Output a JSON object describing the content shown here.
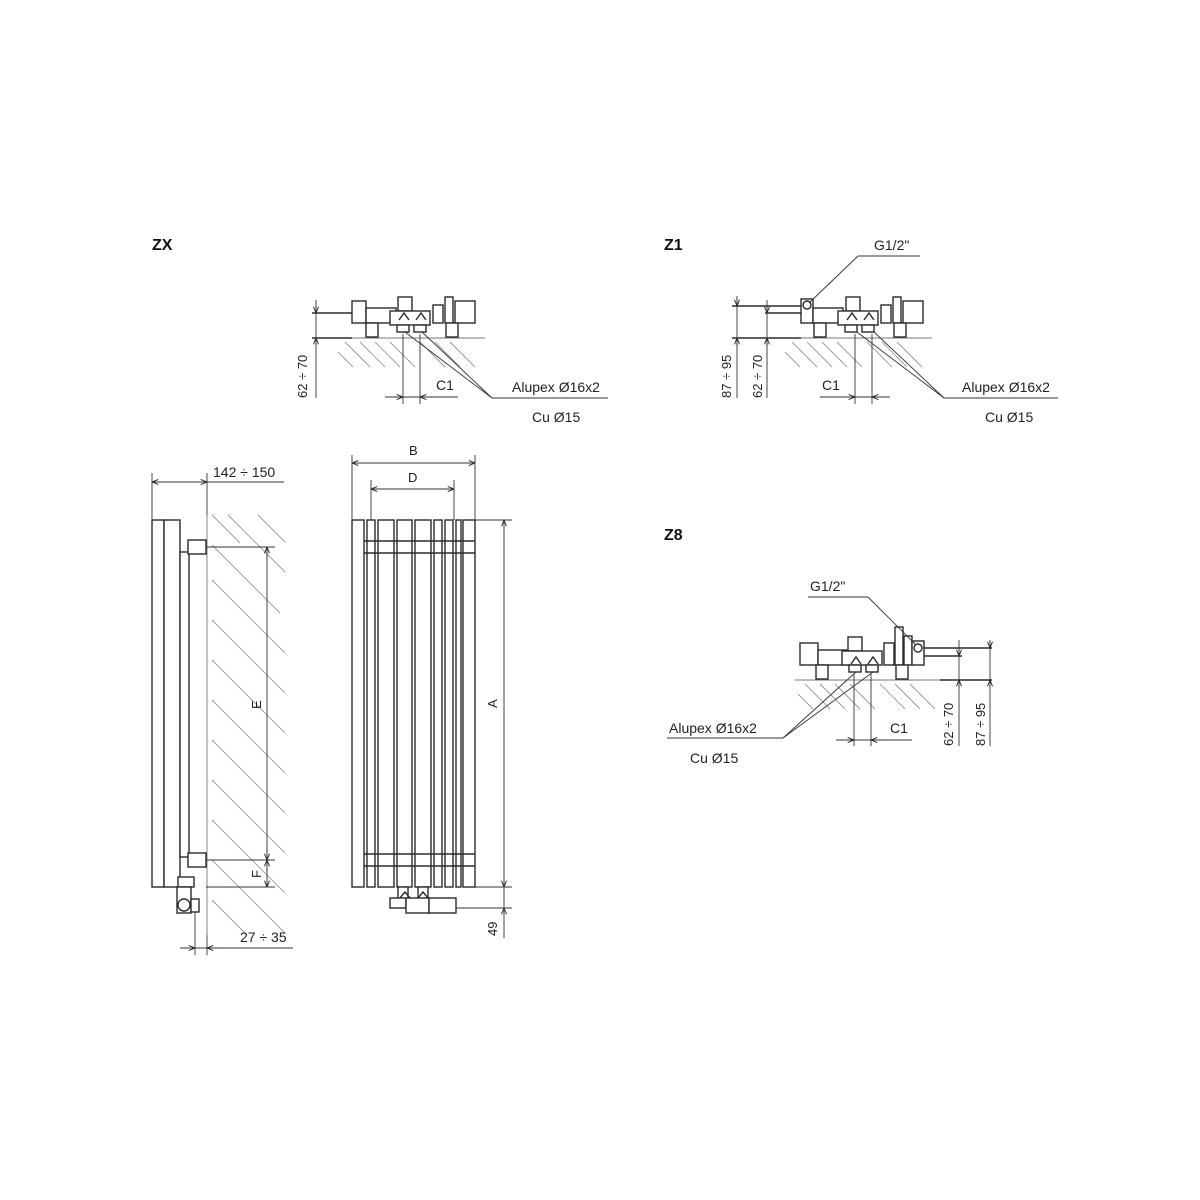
{
  "sections": {
    "zx": "ZX",
    "z1": "Z1",
    "z8": "Z8"
  },
  "labels": {
    "c1": "C1",
    "alupex": "Alupex Ø16x2",
    "cu": "Cu Ø15",
    "g12": "G1/2\"",
    "range_62_70": "62 ÷ 70",
    "range_87_95": "87 ÷ 95",
    "range_142_150": "142 ÷ 150",
    "range_27_35": "27 ÷ 35",
    "dim_a": "A",
    "dim_b": "B",
    "dim_d": "D",
    "dim_e": "E",
    "dim_f": "F",
    "dim_49": "49"
  },
  "colors": {
    "line": "#2a2a2a",
    "hatch": "#9a9a9a",
    "background": "#ffffff"
  }
}
